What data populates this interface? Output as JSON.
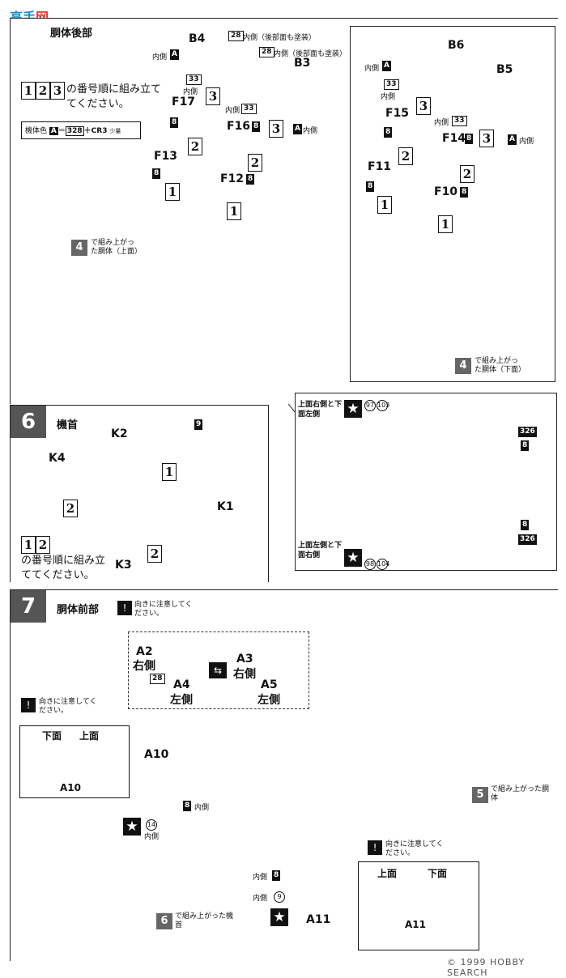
{
  "header": {
    "logo_text": "高手",
    "logo_sub": "网"
  },
  "step5": {
    "title": "胴体後部",
    "instruction_boxes": [
      "1",
      "2",
      "3"
    ],
    "instruction": "の番号順に組み立ててください。",
    "body_color_label": "機体色",
    "body_color_part": "A",
    "body_color_formula": "＝",
    "body_color_c1": "328",
    "body_color_plus": "＋CR3",
    "body_color_small": "少量",
    "parts_left": {
      "B4": "B4",
      "B3": "B3",
      "F17": "F17",
      "F16": "F16",
      "F13": "F13",
      "F12": "F12",
      "naigawa": "内側",
      "b4_note_num": "28",
      "b4_note": "内側（後部面も塗装）",
      "b3_note_num": "28",
      "b3_note": "内側（後部面も塗装）",
      "num33": "33",
      "num8": "8",
      "A": "A"
    },
    "parts_right": {
      "B6": "B6",
      "B5": "B5",
      "F15": "F15",
      "F14": "F14",
      "F11": "F11",
      "F10": "F10"
    },
    "ref_upper_num": "4",
    "ref_upper_text": "で組み上がった胴体（上面）",
    "ref_lower_num": "4",
    "ref_lower_text": "で組み上がった胴体（下面）",
    "decal_top_label": "上面右側と下面左側",
    "decal_bottom_label": "上面左側と下面右側",
    "decal_nums_top": [
      "97",
      "103"
    ],
    "decal_nums_bottom": [
      "98",
      "104"
    ],
    "color_326": "326",
    "color_8": "8"
  },
  "step6": {
    "number": "6",
    "title": "機首",
    "parts": [
      "K2",
      "K4",
      "K1",
      "K3"
    ],
    "num9": "9",
    "instruction_boxes": [
      "1",
      "2"
    ],
    "instruction": "の番号順に組み立ててください。"
  },
  "step7": {
    "number": "7",
    "title": "胴体前部",
    "direction_note": "向きに注意してください。",
    "direction_note_2": "向きに注意してください。",
    "direction_note_3": "向きに注意してください。",
    "inset_parts": {
      "A2": "A2",
      "A2_side": "右側",
      "A4": "A4",
      "A4_side": "左側",
      "A3": "A3",
      "A3_side": "右側",
      "A5": "A5",
      "A5_side": "左側",
      "num28": "28"
    },
    "a10_panel": {
      "bottom": "下面",
      "top": "上面",
      "label": "A10"
    },
    "a10_label": "A10",
    "a10_inner": "内側",
    "a10_num8": "8",
    "a10_num14": "14",
    "a11_panel": {
      "top": "上面",
      "bottom": "下面",
      "label": "A11"
    },
    "a11_label": "A11",
    "a11_inner_8": "内側",
    "a11_inner_9": "内側",
    "a11_num8": "8",
    "a11_num9": "9",
    "ref5_num": "5",
    "ref5_text": "で組み上がった胴体",
    "ref6_num": "6",
    "ref6_text": "で組み上がった機首"
  },
  "watermark": "© 1999 HOBBY SEARCH"
}
